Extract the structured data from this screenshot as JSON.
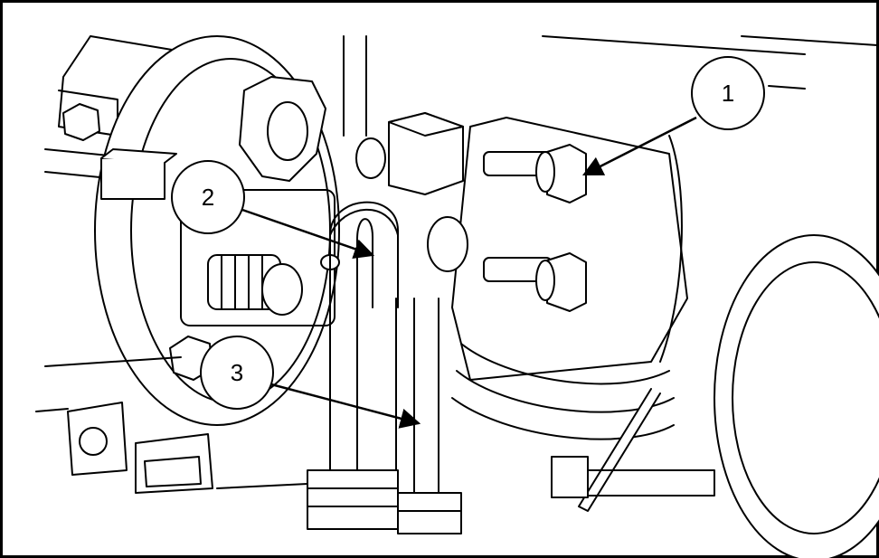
{
  "figure": {
    "description_none": "",
    "border_color": "#000000",
    "line_color": "#000000",
    "fill_color": "#ffffff",
    "callouts": [
      {
        "id": "1",
        "label": "1"
      },
      {
        "id": "2",
        "label": "2"
      },
      {
        "id": "3",
        "label": "3"
      }
    ]
  }
}
